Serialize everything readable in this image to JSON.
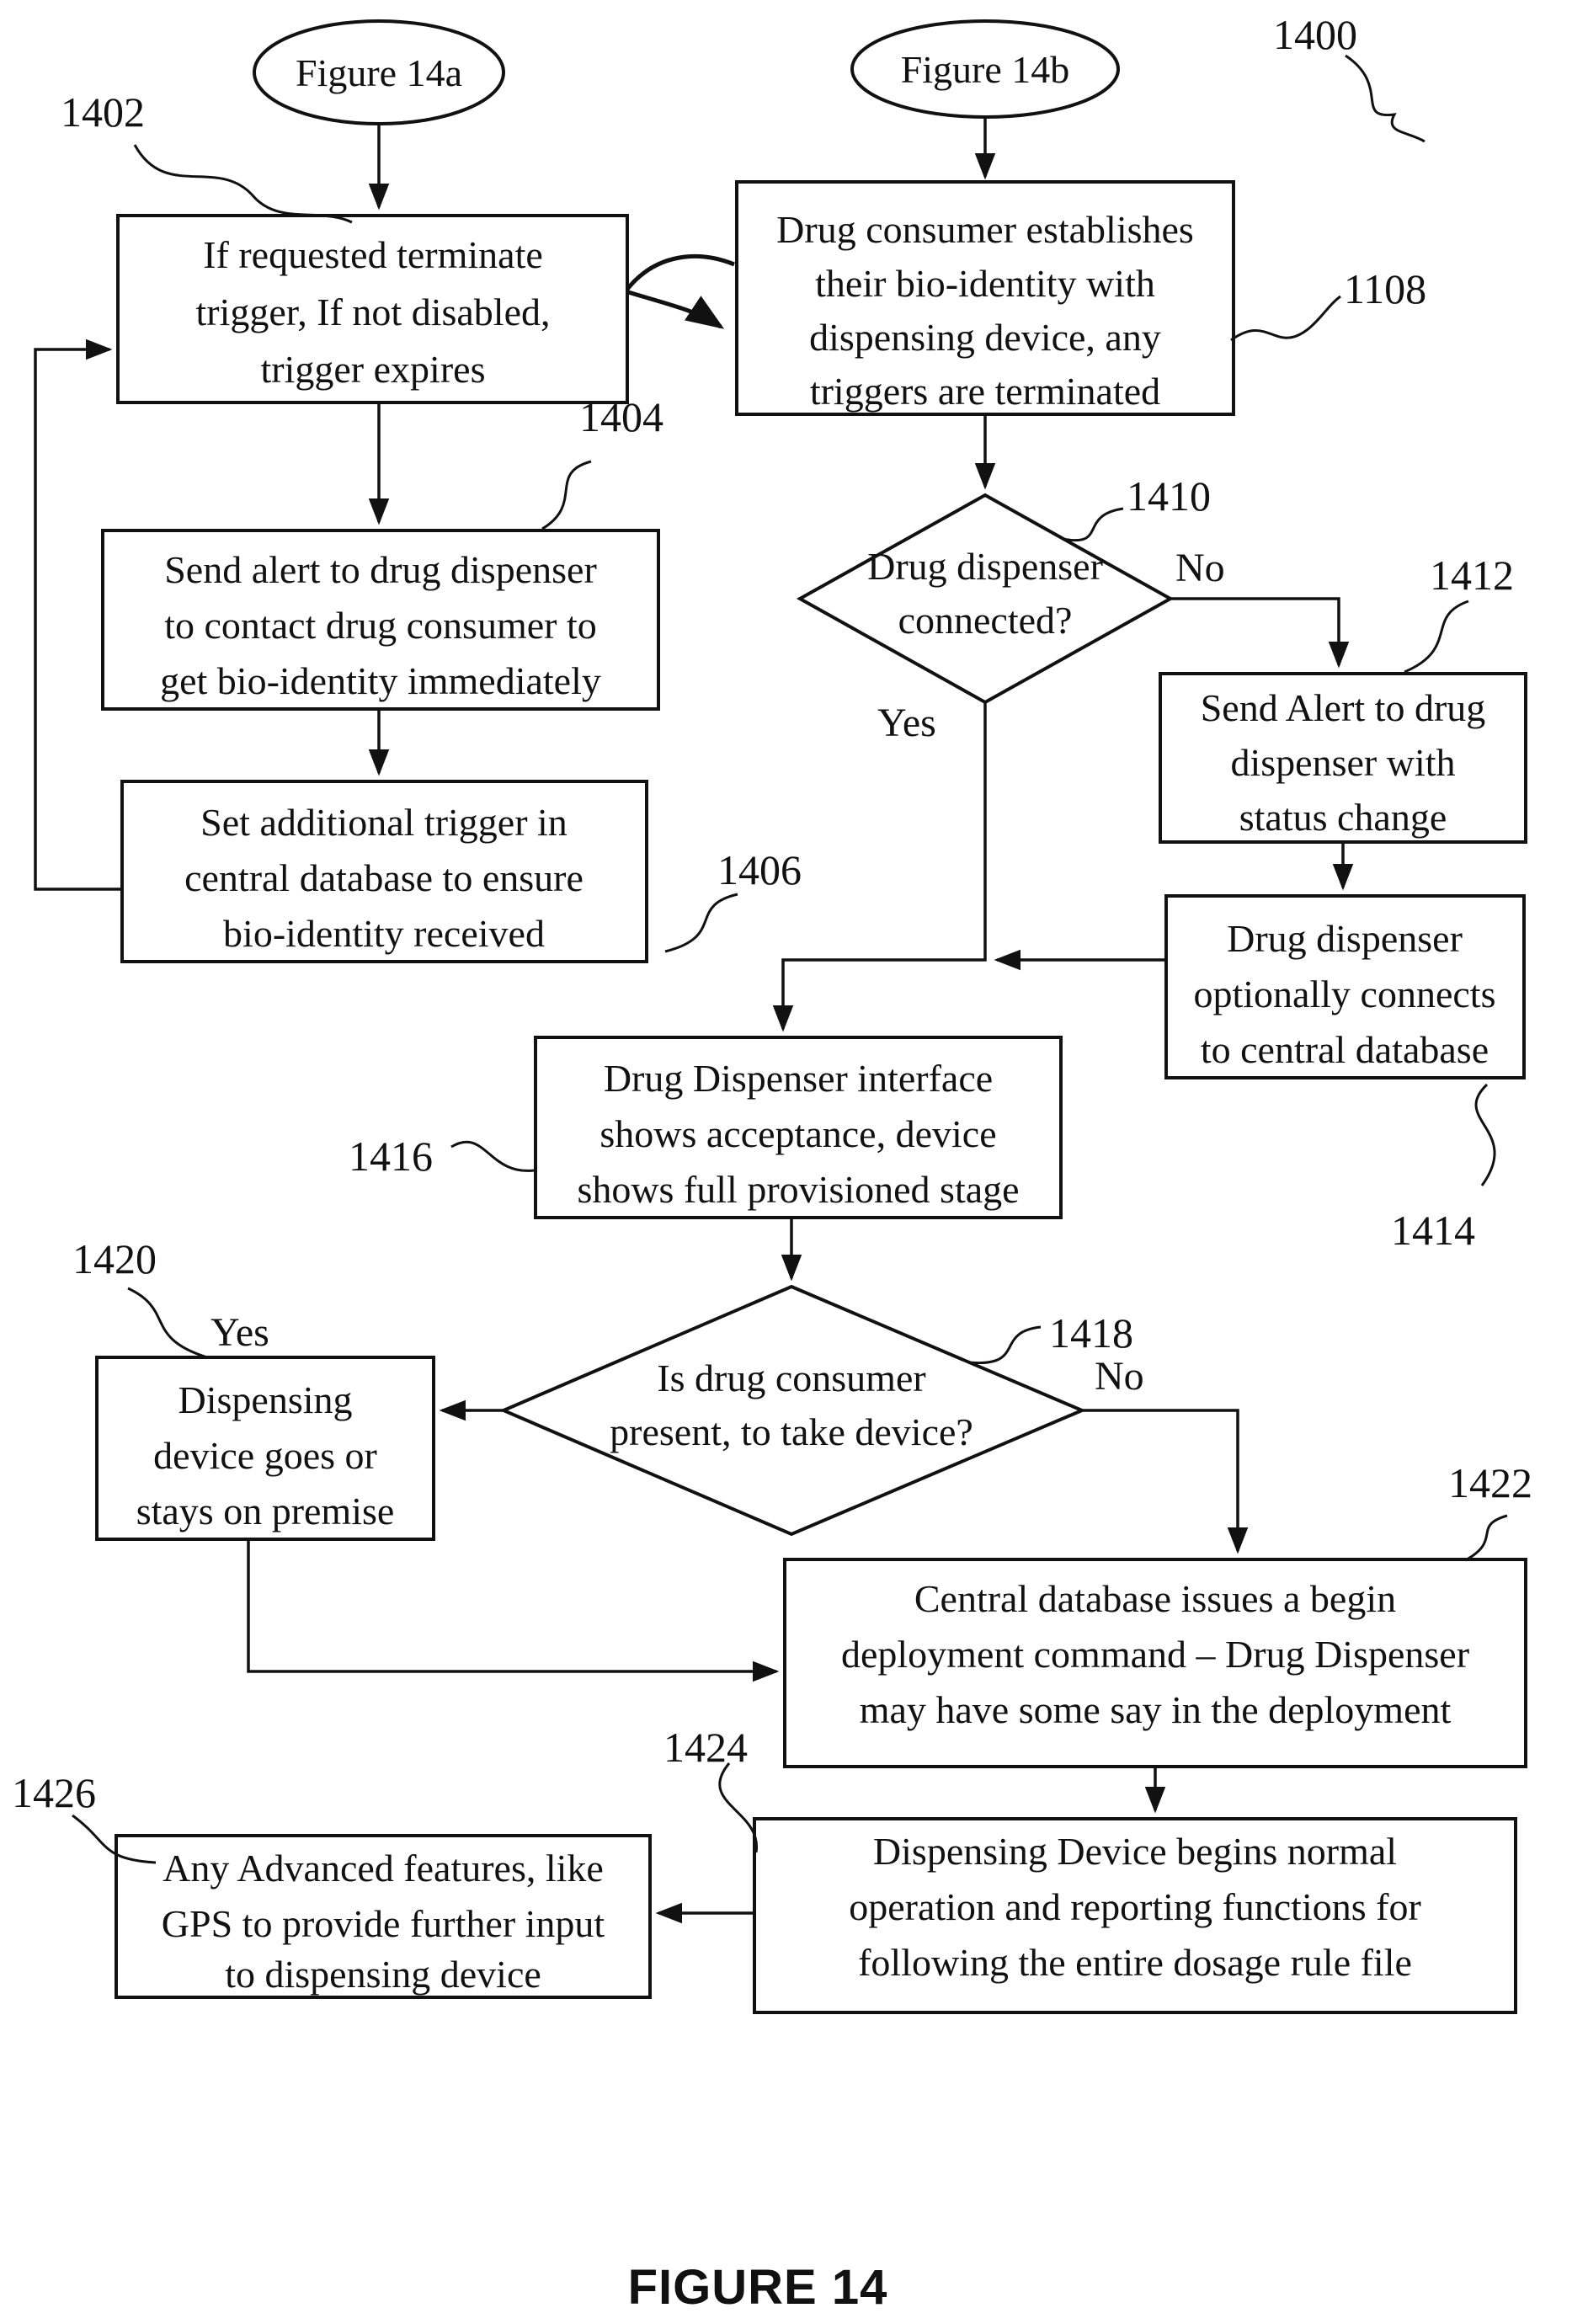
{
  "figure": {
    "caption": "FIGURE 14"
  },
  "terminators": {
    "a": "Figure 14a",
    "b": "Figure 14b"
  },
  "refs": {
    "r1400": "1400",
    "r1402": "1402",
    "r1404": "1404",
    "r1406": "1406",
    "r1108": "1108",
    "r1410": "1410",
    "r1412": "1412",
    "r1414": "1414",
    "r1416": "1416",
    "r1418": "1418",
    "r1420": "1420",
    "r1422": "1422",
    "r1424": "1424",
    "r1426": "1426"
  },
  "branches": {
    "d1410_yes": "Yes",
    "d1410_no": "No",
    "d1418_yes": "Yes",
    "d1418_no": "No"
  },
  "nodes": {
    "n1402": {
      "lines": [
        "If requested terminate",
        "trigger,  If not disabled,",
        "trigger expires"
      ]
    },
    "n1404": {
      "lines": [
        "Send alert to drug dispenser",
        "to contact drug consumer to",
        "get bio-identity immediately"
      ]
    },
    "n1406": {
      "lines": [
        "Set additional trigger in",
        "central database to ensure",
        "bio-identity received"
      ]
    },
    "n1108": {
      "lines": [
        "Drug consumer establishes",
        "their bio-identity with",
        "dispensing device, any",
        "triggers are terminated"
      ]
    },
    "d1410": {
      "lines": [
        "Drug dispenser",
        "connected?"
      ]
    },
    "n1412": {
      "lines": [
        "Send Alert to drug",
        "dispenser with",
        "status change"
      ]
    },
    "n1414": {
      "lines": [
        "Drug dispenser",
        "optionally connects",
        "to central database"
      ]
    },
    "n1416": {
      "lines": [
        "Drug Dispenser interface",
        "shows acceptance, device",
        "shows full provisioned stage"
      ]
    },
    "d1418": {
      "lines": [
        "Is drug consumer",
        "present, to take device?"
      ]
    },
    "n1420": {
      "lines": [
        "Dispensing",
        "device goes or",
        "stays on premise"
      ]
    },
    "n1422": {
      "lines": [
        "Central database issues a begin",
        "deployment command – Drug Dispenser",
        "may have some say in the deployment"
      ]
    },
    "n1424": {
      "lines": [
        "Dispensing Device begins normal",
        "operation and reporting functions for",
        "following the entire dosage rule file"
      ]
    },
    "n1426": {
      "lines": [
        "Any Advanced features, like",
        "GPS to provide further input",
        "to dispensing device"
      ]
    }
  }
}
